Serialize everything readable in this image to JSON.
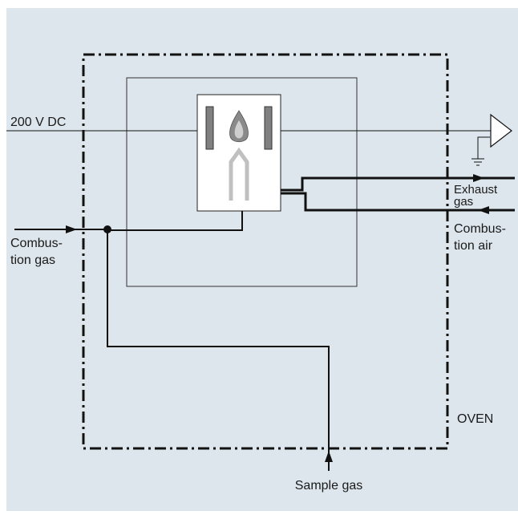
{
  "colors": {
    "background": "#dde6ec",
    "line": "#111111",
    "box_stroke": "#333333",
    "electrode": "#808080",
    "flame_outer": "#8a8a8a",
    "flame_inner": "#cfcfcf",
    "nozzle": "#c0c0c0"
  },
  "labels": {
    "voltage": "200 V DC",
    "combustion_gas_line1": "Combus-",
    "combustion_gas_line2": "tion gas",
    "exhaust_gas_line1": "Exhaust",
    "exhaust_gas_line2": "gas",
    "combustion_air_line1": "Combus-",
    "combustion_air_line2": "tion air",
    "oven": "OVEN",
    "sample_gas": "Sample gas"
  },
  "icons": {
    "amplifier": "amplifier-triangle-icon",
    "ground": "ground-icon",
    "flame": "flame-icon"
  }
}
